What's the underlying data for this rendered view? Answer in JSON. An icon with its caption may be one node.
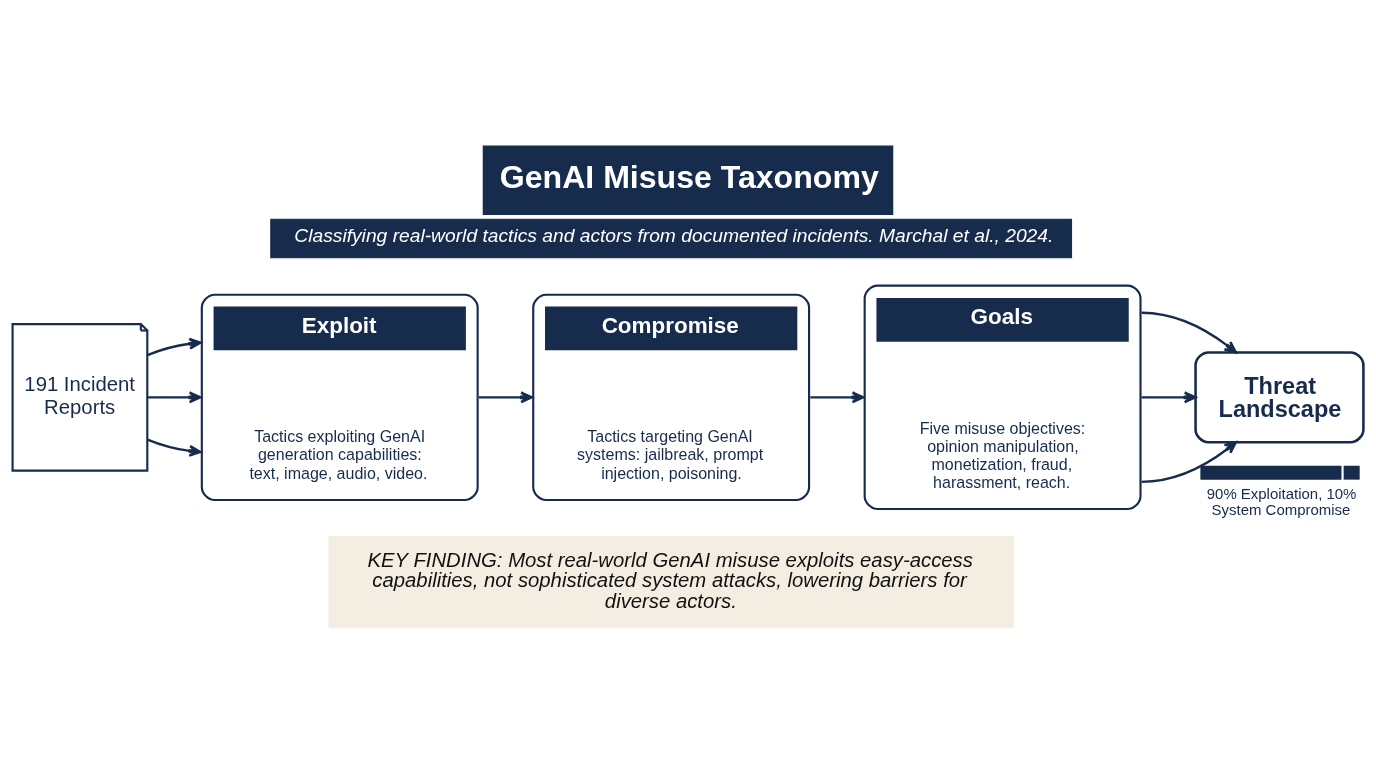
{
  "diagram": {
    "title": "GenAI Misuse Taxonomy",
    "caption": "KEY FINDING: Most real-world GenAI misuse exploits easy-access capabilities, not sophisticated system attacks, lowering barriers for diverse actors.",
    "nodes": [
      {
        "text": [
          "191 Incident Reports"
        ]
      },
      {
        "text": [
          "Exploit",
          "Tactics exploiting GenAI generation capabilities: text, image, audio, video."
        ]
      },
      {
        "text": [
          "Compromise",
          "Tactics targeting GenAI systems: jailbreak, prompt injection, poisoning."
        ]
      },
      {
        "text": [
          "Goals",
          "Five misuse objectives: opinion manipulation, monetization, fraud, harassment, reach."
        ]
      },
      {
        "text": [
          "Threat Landscape"
        ],
        "beside": [
          "90% Exploitation, 10% System Compromise"
        ]
      }
    ],
    "edges": [
      {
        "from": 0,
        "to": 1,
        "arrow": "to"
      },
      {
        "from": 0,
        "to": 1,
        "arrow": "to"
      },
      {
        "from": 0,
        "to": 1,
        "arrow": "to"
      },
      {
        "from": 1,
        "to": 2,
        "arrow": "to"
      },
      {
        "from": 2,
        "to": 3,
        "arrow": "to"
      },
      {
        "from": 3,
        "to": 4,
        "arrow": "to"
      },
      {
        "from": 3,
        "to": 4,
        "arrow": "to"
      },
      {
        "from": 3,
        "to": 4,
        "arrow": "to"
      }
    ],
    "labels": [
      "Classifying real-world tactics and actors from documented incidents. Marchal et al., 2024."
    ]
  }
}
